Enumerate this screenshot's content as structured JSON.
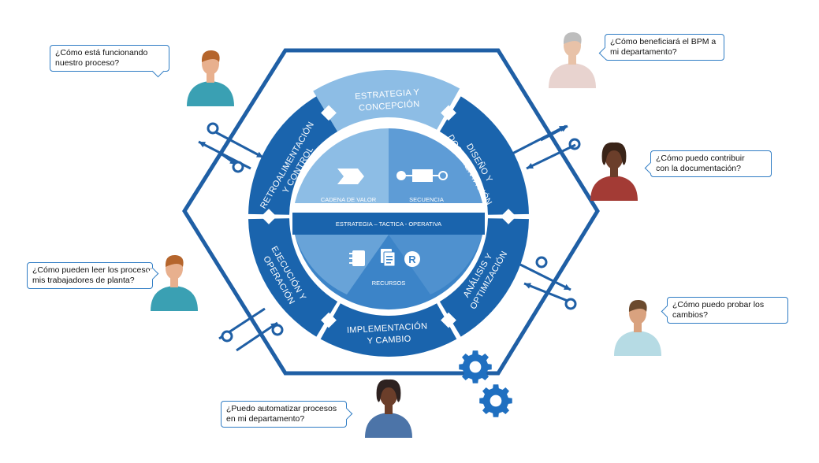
{
  "segments": {
    "top": [
      "ESTRATEGIA Y",
      "CONCEPCIÓN"
    ],
    "top_right": [
      "DISEÑO Y",
      "DOCUMENTACIÓN"
    ],
    "bottom_right": [
      "ANÁLISIS Y",
      "OPTIMIZACIÓN"
    ],
    "bottom": [
      "IMPLEMENTACIÓN",
      "Y CAMBIO"
    ],
    "bottom_left": [
      "EJECUCIÓN Y",
      "OPERACIÓN"
    ],
    "top_left": [
      "RETROALIMENTACIÓN",
      "Y CONTROL"
    ]
  },
  "inner": {
    "value_chain": "CADENA DE VALOR",
    "sequence": "SECUENCIA",
    "band": "ESTRATEGIA – TACTICA - OPERATIVA",
    "resources": "RECURSOS"
  },
  "bubbles": {
    "top_left": [
      "¿Cómo está funcionando",
      "nuestro proceso?"
    ],
    "top_right": [
      "¿Cómo beneficiará el BPM a",
      "mi departamento?"
    ],
    "right_upper": [
      "¿Cómo puedo contribuir",
      "con la documentación?"
    ],
    "left_lower": [
      "¿Cómo pueden leer los procesos",
      "mis trabajadores de planta?"
    ],
    "right_lower": [
      "¿Cómo puedo probar los",
      "cambios?"
    ],
    "bottom": [
      "¿Puedo automatizar procesos",
      "en mi departamento?"
    ]
  },
  "colors": {
    "dark_blue": "#1a64ad",
    "mid_blue": "#3c84c8",
    "light_blue": "#8dbde5",
    "outline_blue": "#1f5fa5",
    "bubble_border": "#2f7cc4"
  },
  "icons": [
    "chevron-icon",
    "sequence-icon",
    "notebook-icon",
    "document-icon",
    "r-icon",
    "gear-icon"
  ]
}
